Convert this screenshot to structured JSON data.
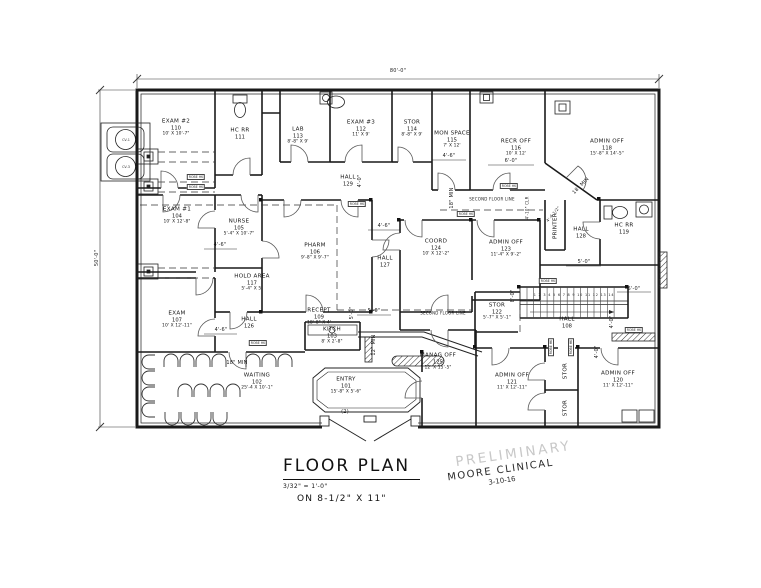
{
  "sheet": {
    "title": "FLOOR PLAN",
    "scale": "3/32\" = 1'-0\"",
    "paper": "ON 8-1/2\" X 11\"",
    "stamp": "PRELIMINARY",
    "project": "MOORE CLINICAL",
    "date": "3-10-16"
  },
  "plan": {
    "overall_width": "80'-0\"",
    "overall_height": "50'-0\"",
    "wall_tag": "ROBE HK",
    "stair_numbers": "1 2 3 4 5 6 7 8 9 10 11 12 13 14",
    "equipment": [
      {
        "label": "CV-1"
      },
      {
        "label": "CV-3"
      }
    ],
    "rooms": [
      {
        "id": "exam2",
        "name": "EXAM #2",
        "number": "110",
        "dims": "10' X 10'-7\""
      },
      {
        "id": "hcrr111",
        "name": "HC RR",
        "number": "111",
        "dims": ""
      },
      {
        "id": "lab",
        "name": "LAB",
        "number": "113",
        "dims": "8'-8\" X 9'"
      },
      {
        "id": "exam3",
        "name": "EXAM #3",
        "number": "112",
        "dims": "11' X 9'"
      },
      {
        "id": "stor114",
        "name": "STOR",
        "number": "114",
        "dims": "8'-8\" X 9'"
      },
      {
        "id": "mon",
        "name": "MON SPACE",
        "number": "115",
        "dims": "7' X 12'"
      },
      {
        "id": "recr",
        "name": "RECR OFF",
        "number": "116",
        "dims": "10' X 12'"
      },
      {
        "id": "admin118",
        "name": "ADMIN OFF",
        "number": "118",
        "dims": "15'-8\" X 14'-5\""
      },
      {
        "id": "exam1",
        "name": "EXAM #1",
        "number": "104",
        "dims": "10' X 12'-8\""
      },
      {
        "id": "nurse",
        "name": "NURSE",
        "number": "105",
        "dims": "5'-4\" X 10'-7\""
      },
      {
        "id": "pharm",
        "name": "PHARM",
        "number": "106",
        "dims": "9'-8\" X 9'-7\""
      },
      {
        "id": "hall129",
        "name": "HALL",
        "number": "129",
        "dims": ""
      },
      {
        "id": "hall127",
        "name": "HALL",
        "number": "127",
        "dims": ""
      },
      {
        "id": "hold",
        "name": "HOLD AREA",
        "number": "117",
        "dims": "5'-4\" X 5'"
      },
      {
        "id": "exam107",
        "name": "EXAM",
        "number": "107",
        "dims": "10' X 12'-11\""
      },
      {
        "id": "hall126",
        "name": "HALL",
        "number": "126",
        "dims": ""
      },
      {
        "id": "kitch",
        "name": "KITCH",
        "number": "103",
        "dims": "8' X 2'-8\""
      },
      {
        "id": "recept",
        "name": "RECEPT",
        "number": "109",
        "dims": "18'-8\" X 4'"
      },
      {
        "id": "coord",
        "name": "COORD",
        "number": "124",
        "dims": "10' X 12'-2\""
      },
      {
        "id": "admin123",
        "name": "ADMIN OFF",
        "number": "123",
        "dims": "11'-4\" X 9'-2\""
      },
      {
        "id": "hall128",
        "name": "HALL",
        "number": "128",
        "dims": ""
      },
      {
        "id": "hcrr119",
        "name": "HC RR",
        "number": "119",
        "dims": ""
      },
      {
        "id": "stor122",
        "name": "STOR",
        "number": "122",
        "dims": "5'-7\" X 5'-1\""
      },
      {
        "id": "hall108",
        "name": "HALL",
        "number": "108",
        "dims": ""
      },
      {
        "id": "manag",
        "name": "MANAG OFF",
        "number": "125",
        "dims": "12' X 15'-5\""
      },
      {
        "id": "admin121",
        "name": "ADMIN OFF",
        "number": "121",
        "dims": "11' X 12'-11\""
      },
      {
        "id": "stor_a",
        "name": "STOR",
        "number": "",
        "dims": ""
      },
      {
        "id": "stor_b",
        "name": "STOR",
        "number": "",
        "dims": ""
      },
      {
        "id": "admin120",
        "name": "ADMIN OFF",
        "number": "120",
        "dims": "11' X 12'-11\""
      },
      {
        "id": "waiting",
        "name": "WAITING",
        "number": "102",
        "dims": "25'-4 X 10'-1\""
      },
      {
        "id": "entry",
        "name": "ENTRY",
        "number": "101",
        "dims": "15'-8\" X 5'-6\""
      },
      {
        "id": "printer",
        "name": "PRINTER",
        "number": "",
        "dims": ""
      }
    ],
    "annotations": [
      {
        "text": "80'-0\""
      },
      {
        "text": "50'-0\""
      },
      {
        "text": "4'-6\""
      },
      {
        "text": "6'-0\""
      },
      {
        "text": "4'-6\""
      },
      {
        "text": "4'-6\""
      },
      {
        "text": "4'-0\""
      },
      {
        "text": "18\" MIN"
      },
      {
        "text": "SECOND FLOOR LINE"
      },
      {
        "text": "SECOND FLOOR LINE"
      },
      {
        "text": "4'-10\" CLR"
      },
      {
        "text": "4'-6 1/2\""
      },
      {
        "text": "18\" MIN"
      },
      {
        "text": "5'-0\""
      },
      {
        "text": "5'-0\""
      },
      {
        "text": "5'-0\""
      },
      {
        "text": "5'-0\""
      },
      {
        "text": "12\" MIN"
      },
      {
        "text": "18\" MIN"
      },
      {
        "text": "4'-6\""
      },
      {
        "text": "4'-0\""
      },
      {
        "text": "8'-0\""
      },
      {
        "text": "4'-0\""
      },
      {
        "text": "(2)"
      }
    ]
  }
}
